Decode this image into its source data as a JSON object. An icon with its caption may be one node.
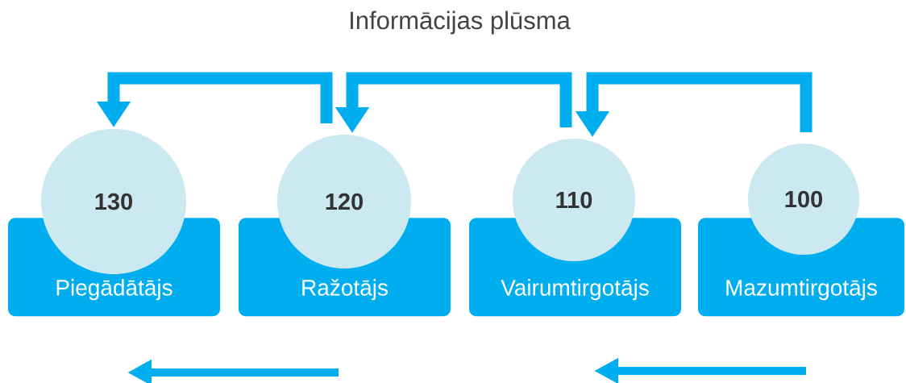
{
  "diagram": {
    "title": "Informācijas plūsma",
    "nodes": [
      {
        "text": [
          "130"
        ]
      },
      {
        "text": [
          "120"
        ]
      },
      {
        "text": [
          "110"
        ]
      },
      {
        "text": [
          "100"
        ]
      },
      {
        "text": [
          "Piegādātājs"
        ]
      },
      {
        "text": [
          "Ražotājs"
        ]
      },
      {
        "text": [
          "Vairumtirgotājs"
        ]
      },
      {
        "text": [
          "Mazumtirgotājs"
        ]
      }
    ],
    "edges": [
      {
        "from": 1,
        "to": 0,
        "arrow": "to"
      },
      {
        "from": 2,
        "to": 1,
        "arrow": "to"
      },
      {
        "from": 3,
        "to": 2,
        "arrow": "to"
      }
    ]
  }
}
